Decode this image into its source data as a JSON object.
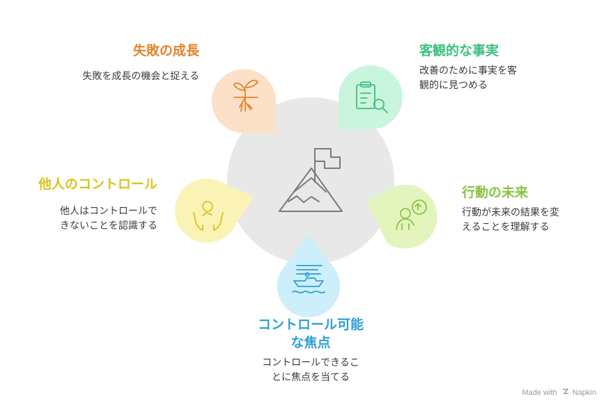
{
  "items": [
    {
      "title": "失敗の成長",
      "description": "失敗を成長の機会と捉える",
      "icon": "sprout-icon",
      "color": "#fde0c8"
    },
    {
      "title": "客観的な事実",
      "description_lines": [
        "改善のために事実を客",
        "観的に見つめる"
      ],
      "icon": "clipboard-search-icon",
      "color": "#c9f5de"
    },
    {
      "title": "他人のコントロール",
      "description_lines": [
        "他人はコントロールで",
        "きないことを認識する"
      ],
      "icon": "open-hands-icon",
      "color": "#fbf2b5"
    },
    {
      "title": "行動の未来",
      "description_lines": [
        "行動が未来の結果を変",
        "えることを理解する"
      ],
      "icon": "person-refresh-icon",
      "color": "#e3f5bd"
    },
    {
      "title_lines": [
        "コントロール可能",
        "な焦点"
      ],
      "description_lines": [
        "コントロールできるこ",
        "とに焦点を当てる"
      ],
      "icon": "boat-waves-icon",
      "color": "#cdeefb"
    }
  ],
  "center": {
    "icon": "mountain-flag-icon",
    "color": "#e8e8e8"
  },
  "watermark": {
    "prefix": "Made with",
    "brand": "Napkin"
  }
}
